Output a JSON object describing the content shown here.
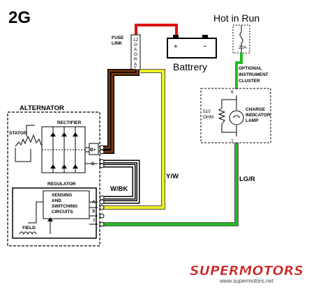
{
  "diagram": {
    "title": "2G",
    "hot_in_run": "Hot in Run",
    "fuse_label": "20A",
    "fuse_link_label": "FUSE\nLINK",
    "fuse_link_gauge": "12GAGE\nRAT",
    "battery_label": "Battrery",
    "battery_plus": "+",
    "battery_minus": "−",
    "optional_cluster": "OPTIONAL\nINSTRUMENT\nCLUSTER",
    "cluster_pin_top": "6",
    "cluster_pin_bottom": "7",
    "resistor_label": "510\nOHM",
    "lamp_label": "CHARGE\nINDICATOR\nLAMP",
    "alternator_label": "ALTERNATOR",
    "stator_label": "STATOR",
    "rectifier_label": "RECTIFIER",
    "regulator_label": "REGULATOR",
    "sensing_label": "SENSING\nAND\nSWITCHING\nCIRCUITS",
    "field_label": "FIELD",
    "terminal_bplus": "B+",
    "terminal_s_top": "S",
    "terminal_a": "A",
    "terminal_s_reg": "S",
    "terminal_i": "I",
    "wire_wbk": "W/BK",
    "wire_yw": "Y/W",
    "wire_lgr": "LG/R",
    "watermark_brand": "SUPERMOTORS",
    "watermark_url": "www.supermotors.net"
  },
  "colors": {
    "red_wire": "#dd1111",
    "green_wire": "#22bb22",
    "yellow_wire": "#eeee22",
    "brown_wire": "#7a3a10",
    "watermark": "#cc2222"
  }
}
